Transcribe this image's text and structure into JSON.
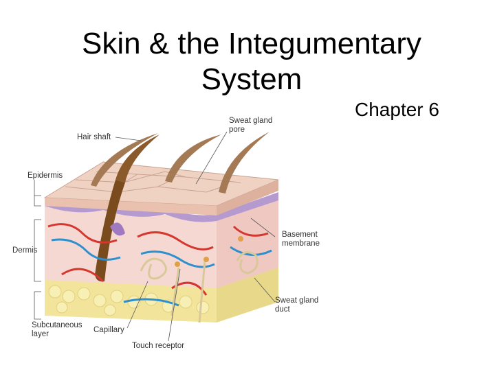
{
  "slide": {
    "title_line1": "Skin & the Integumentary",
    "title_line2": "System",
    "subtitle": "Chapter 6"
  },
  "figure": {
    "labels": {
      "hair_shaft": "Hair shaft",
      "sweat_gland_pore_1": "Sweat gland",
      "sweat_gland_pore_2": "pore",
      "epidermis": "Epidermis",
      "dermis": "Dermis",
      "subcutaneous_1": "Subcutaneous",
      "subcutaneous_2": "layer",
      "basement_1": "Basement",
      "basement_2": "membrane",
      "sweat_duct_1": "Sweat gland",
      "sweat_duct_2": "duct",
      "capillary": "Capillary",
      "touch_receptor": "Touch receptor"
    },
    "colors": {
      "epidermis": "#f0d2c2",
      "basement": "#b59ad0",
      "dermis": "#f6d8d2",
      "fat": "#f2e49a",
      "hair": "#7a4b1c",
      "artery": "#d5362e",
      "vein": "#2e8fce",
      "nerve": "#d9c89a"
    }
  }
}
